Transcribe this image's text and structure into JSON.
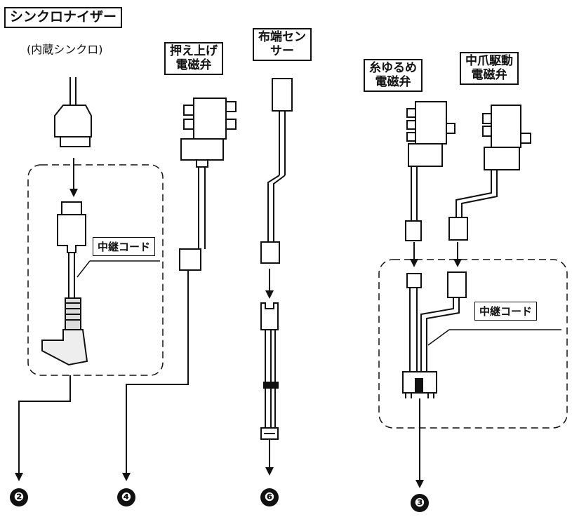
{
  "title": "シンクロナイザー",
  "subtitle": "(内蔵シンクロ)",
  "components": {
    "presser_solenoid": "押え上げ\n電磁弁",
    "cloth_end_sensor": "布端セン\nサー",
    "thread_release_solenoid": "糸ゆるめ\n電磁弁",
    "center_claw_solenoid": "中爪駆動\n電磁弁"
  },
  "relay_cord_label": "中継コード",
  "connection_numbers": {
    "synchronizer": "❷",
    "presser": "❹",
    "sensor": "❻",
    "solenoid_group": "❸"
  }
}
